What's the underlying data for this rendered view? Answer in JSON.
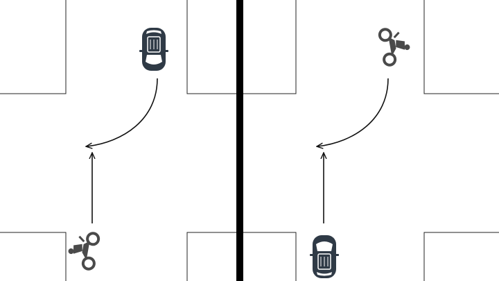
{
  "scenes": [
    {
      "id": "left",
      "straight_vehicle": "motorcycle",
      "turning_vehicle": "car",
      "straight_path": "up",
      "turn_path": "right-turn-from-oncoming"
    },
    {
      "id": "right",
      "straight_vehicle": "car",
      "turning_vehicle": "motorcycle",
      "straight_path": "up",
      "turn_path": "right-turn-from-oncoming"
    }
  ],
  "colors": {
    "background": "#ffffff",
    "road_edge": "#222222",
    "divider": "#000000",
    "arrow": "#111111",
    "vehicle": "#2f3a46",
    "motorcycle": "#4a4a4a"
  },
  "icons": {
    "car": "car-top-view-icon",
    "motorcycle": "motorcycle-side-view-icon"
  }
}
